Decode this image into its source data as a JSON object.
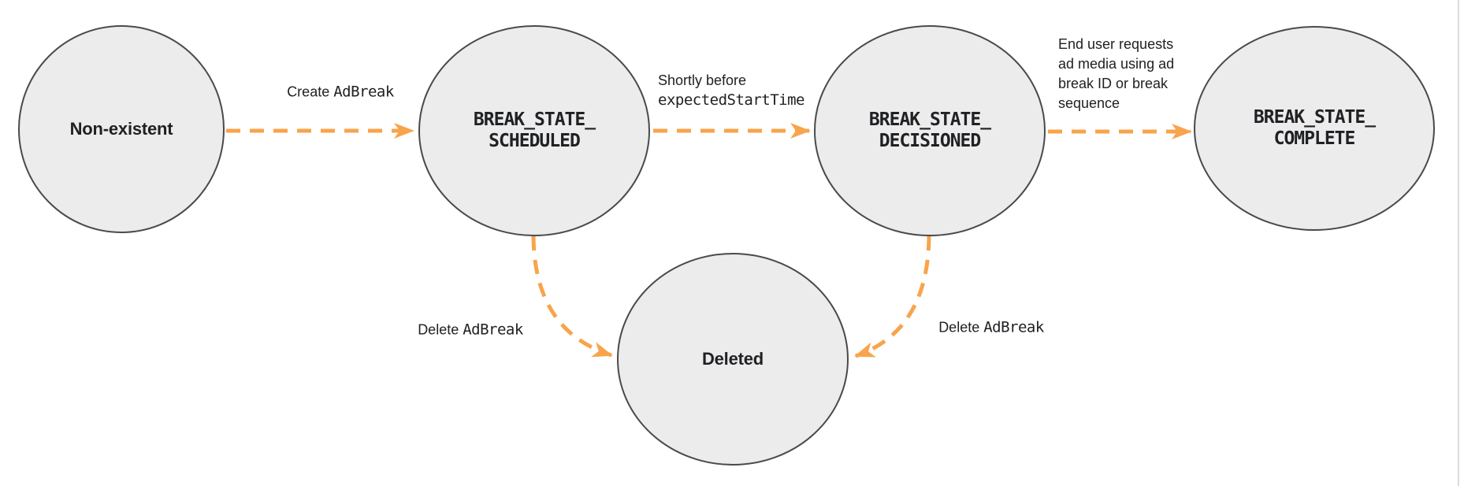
{
  "diagram": {
    "description": "Ad break state transition diagram",
    "colors": {
      "arrow": "#F8A44C",
      "node_fill": "#ECECEC",
      "node_stroke": "#4A4A4A",
      "text": "#202124"
    },
    "nodes": {
      "non_existent": {
        "label": "Non-existent"
      },
      "scheduled": {
        "line1": "BREAK_STATE_",
        "line2": "SCHEDULED"
      },
      "decisioned": {
        "line1": "BREAK_STATE_",
        "line2": "DECISIONED"
      },
      "complete": {
        "line1": "BREAK_STATE_",
        "line2": "COMPLETE"
      },
      "deleted": {
        "label": "Deleted"
      }
    },
    "edges": {
      "create": {
        "text": "Create",
        "code": "AdBreak"
      },
      "decision": {
        "text": "Shortly before",
        "code": "expectedStartTime"
      },
      "complete": {
        "lines": [
          "End user requests",
          "ad media using ad",
          "break ID or break",
          "sequence"
        ]
      },
      "delete_left": {
        "text": "Delete",
        "code": "AdBreak"
      },
      "delete_right": {
        "text": "Delete",
        "code": "AdBreak"
      }
    }
  }
}
